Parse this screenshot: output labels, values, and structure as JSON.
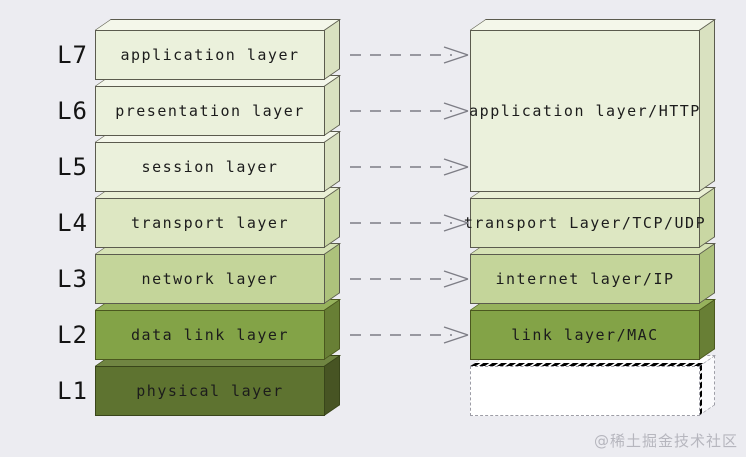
{
  "left_stack": {
    "layers": [
      {
        "code": "L7",
        "label": "application layer"
      },
      {
        "code": "L6",
        "label": "presentation layer"
      },
      {
        "code": "L5",
        "label": "session layer"
      },
      {
        "code": "L4",
        "label": "transport layer"
      },
      {
        "code": "L3",
        "label": "network layer"
      },
      {
        "code": "L2",
        "label": "data link layer"
      },
      {
        "code": "L1",
        "label": "physical layer"
      }
    ]
  },
  "right_stack": {
    "layers": [
      {
        "label": "application layer/HTTP"
      },
      {
        "label": "transport Layer/TCP/UDP"
      },
      {
        "label": "internet layer/IP"
      },
      {
        "label": "link layer/MAC"
      },
      {
        "label": ""
      }
    ]
  },
  "watermark": "@稀土掘金技术社区",
  "colors": {
    "background": "#ececf1",
    "layer_cream": "#ebf1dc",
    "layer_light_green": "#dde7c2",
    "layer_mid_green": "#c4d59a",
    "layer_olive": "#83a347",
    "layer_dark_olive": "#5e7330",
    "empty_box": "#ffffff",
    "arrow": "#7d7d85",
    "text": "#1c1c1c",
    "watermark_text": "#b6b6be"
  }
}
